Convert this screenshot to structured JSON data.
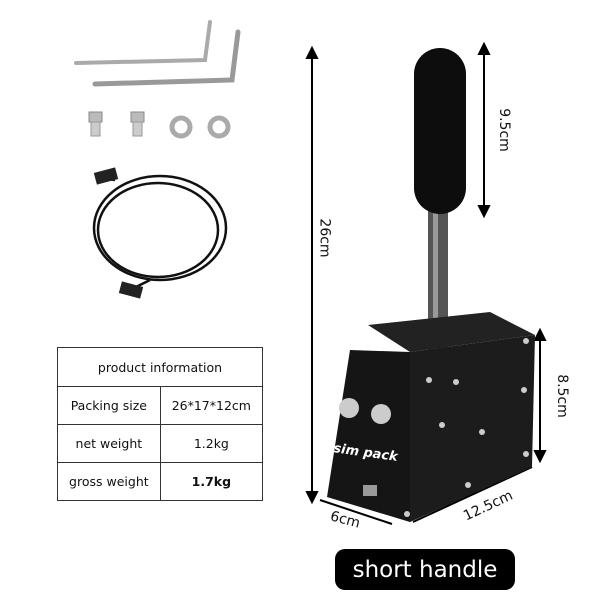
{
  "product_table": {
    "header": "product information",
    "rows": [
      {
        "label": "Packing size",
        "value": "26*17*12cm"
      },
      {
        "label": "net weight",
        "value": "1.2kg"
      },
      {
        "label": "gross weight",
        "value": "1.7kg"
      }
    ]
  },
  "dimensions": {
    "total_height": "26cm",
    "knob_height": "9.5cm",
    "box_height": "8.5cm",
    "box_width": "6cm",
    "box_length": "12.5cm"
  },
  "logo_text": "sim pack",
  "variant_label": "short handle",
  "colors": {
    "body": "#1a1a1a",
    "badge": "#000000",
    "metal": "#b8b8b8"
  }
}
